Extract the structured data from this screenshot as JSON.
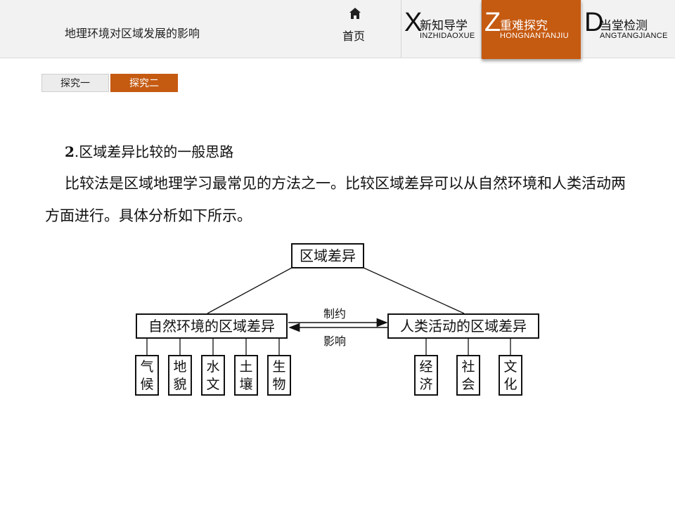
{
  "header": {
    "lesson_title": "地理环境对区域发展的影响",
    "home_label": "首页",
    "tabs": [
      {
        "initial": "X",
        "zh": "新知导学",
        "pinyin": "INZHIDAOXUE",
        "active": false
      },
      {
        "initial": "Z",
        "zh": "重难探究",
        "pinyin": "HONGNANTANJIU",
        "active": true
      },
      {
        "initial": "D",
        "zh": "当堂检测",
        "pinyin": "ANGTANGJIANCE",
        "active": false
      }
    ]
  },
  "subtabs": [
    {
      "label": "探究一",
      "active": false
    },
    {
      "label": "探究二",
      "active": true
    }
  ],
  "content": {
    "heading_num": "2",
    "heading_text": ".区域差异比较的一般思路",
    "paragraph": "比较法是区域地理学习最常见的方法之一。比较区域差异可以从自然环境和人类活动两方面进行。具体分析如下所示。"
  },
  "diagram": {
    "root": "区域差异",
    "left": "自然环境的区域差异",
    "right": "人类活动的区域差异",
    "arrow_top_label": "制约",
    "arrow_bottom_label": "影响",
    "natural_factors": [
      [
        "气",
        "候"
      ],
      [
        "地",
        "貌"
      ],
      [
        "水",
        "文"
      ],
      [
        "土",
        "壤"
      ],
      [
        "生",
        "物"
      ]
    ],
    "human_factors": [
      [
        "经",
        "济"
      ],
      [
        "社",
        "会"
      ],
      [
        "文",
        "化"
      ]
    ]
  },
  "colors": {
    "accent": "#c55a11",
    "header_bg": "#f2f2f2"
  }
}
